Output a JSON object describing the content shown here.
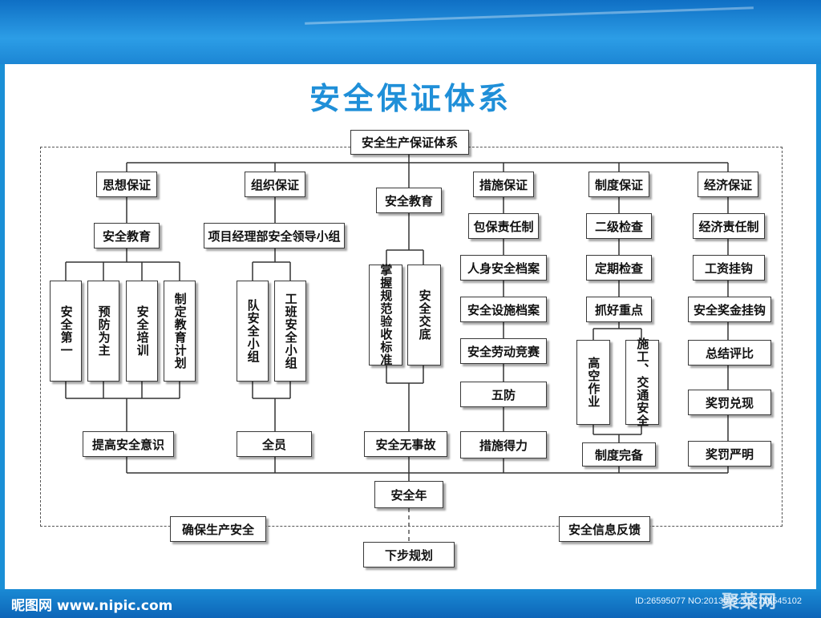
{
  "title": "安全保证体系",
  "root": "安全生产保证体系",
  "categories": [
    "思想保证",
    "组织保证",
    "安全教育",
    "措施保证",
    "制度保证",
    "经济保证"
  ],
  "col1": {
    "sub": "安全教育",
    "items": [
      "安全第一",
      "预防为主",
      "安全培训",
      "制定教育计划"
    ],
    "result": "提高安全意识"
  },
  "col2": {
    "sub": "项目经理部安全领导小组",
    "items": [
      "队安全小组",
      "工班安全小组"
    ],
    "result": "全员"
  },
  "col3": {
    "items": [
      "掌握规范验收标准",
      "安全交底"
    ],
    "result": "安全无事故"
  },
  "col4": {
    "items": [
      "包保责任制",
      "人身安全档案",
      "安全设施档案",
      "安全劳动竞赛",
      "五防",
      "措施得力"
    ]
  },
  "col5": {
    "items": [
      "二级检查",
      "定期检查",
      "抓好重点"
    ],
    "subitems": [
      "高空作业",
      "施工、交通安全"
    ],
    "result": "制度完备"
  },
  "col6": {
    "items": [
      "经济责任制",
      "工资挂钩",
      "安全奖金挂钩",
      "总结评比",
      "奖罚兑现",
      "奖罚严明"
    ]
  },
  "bottom": {
    "center": "安全年",
    "left": "确保生产安全",
    "right": "安全信息反馈",
    "final": "下步规划"
  },
  "footer": {
    "logo": "昵图网 www.nipic.com",
    "image_id": "ID:26595077 NO:20130722152736545102",
    "watermark": "聚菜网"
  }
}
